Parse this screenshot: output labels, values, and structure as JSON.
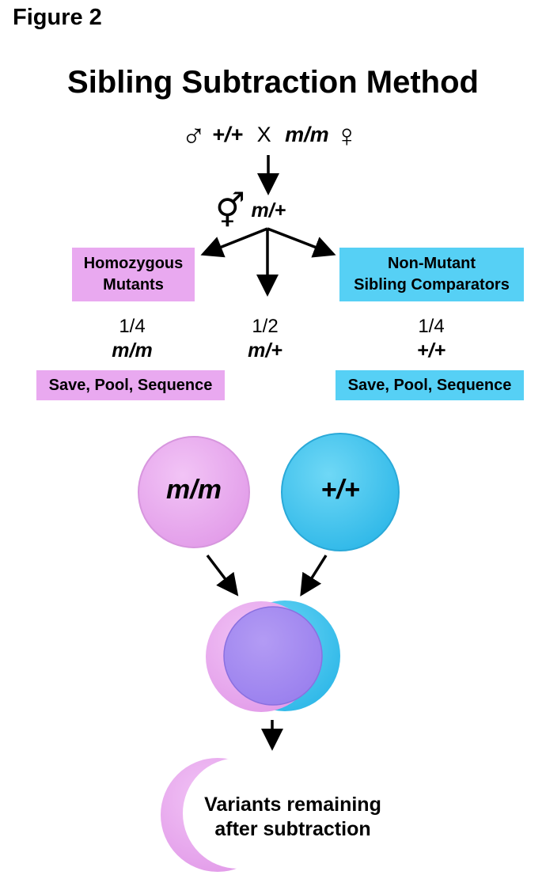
{
  "figure_label": "Figure 2",
  "title": "Sibling Subtraction Method",
  "cross": {
    "male_symbol": "♂",
    "male_genotype": "+/+",
    "cross_sign": "X",
    "female_genotype": "m/m",
    "female_symbol": "♀",
    "offspring_symbol": "⚥",
    "offspring_genotype": "m/+"
  },
  "groups": [
    {
      "label_line1": "Homozygous",
      "label_line2": "Mutants",
      "fraction": "1/4",
      "genotype": "m/m",
      "action": "Save, Pool, Sequence",
      "color": "#e9a9f0"
    },
    {
      "fraction": "1/2",
      "genotype": "m/+"
    },
    {
      "label_line1": "Non-Mutant",
      "label_line2": "Sibling Comparators",
      "fraction": "1/4",
      "genotype": "+/+",
      "action": "Save, Pool, Sequence",
      "color": "#56d0f5"
    }
  ],
  "circles": {
    "mutant_label": "m/m",
    "wildtype_label": "+/+",
    "mutant_color": "#e9a9f0",
    "wildtype_color": "#3fc4ef",
    "overlap_color": "#a98ff2"
  },
  "result": {
    "line1": "Variants remaining",
    "line2": "after subtraction"
  }
}
